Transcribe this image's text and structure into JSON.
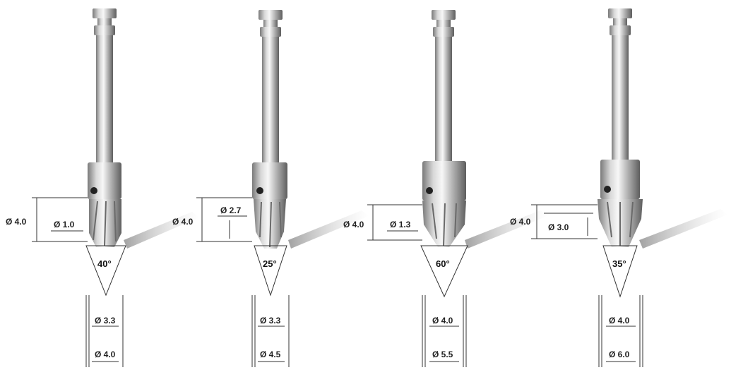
{
  "tools": [
    {
      "outer_diameter": "Ø 4.0",
      "inner_diameter": "Ø 1.0",
      "angle": "40°",
      "lower_diameter_1": "Ø 3.3",
      "lower_diameter_2": "Ø 4.0"
    },
    {
      "outer_diameter": "Ø 4.0",
      "inner_diameter": "Ø 2.7",
      "angle": "25°",
      "lower_diameter_1": "Ø 3.3",
      "lower_diameter_2": "Ø 4.5"
    },
    {
      "outer_diameter": "Ø 4.0",
      "inner_diameter": "Ø 1.3",
      "angle": "60°",
      "lower_diameter_1": "Ø 4.0",
      "lower_diameter_2": "Ø 5.5"
    },
    {
      "outer_diameter": "Ø 4.0",
      "inner_diameter": "Ø 3.0",
      "angle": "35°",
      "lower_diameter_1": "Ø 4.0",
      "lower_diameter_2": "Ø 6.0"
    }
  ],
  "colors": {
    "steel_light": "#f2f2f2",
    "steel_mid": "#b8b8b8",
    "steel_dark": "#6e6e6e",
    "line": "#333333"
  }
}
